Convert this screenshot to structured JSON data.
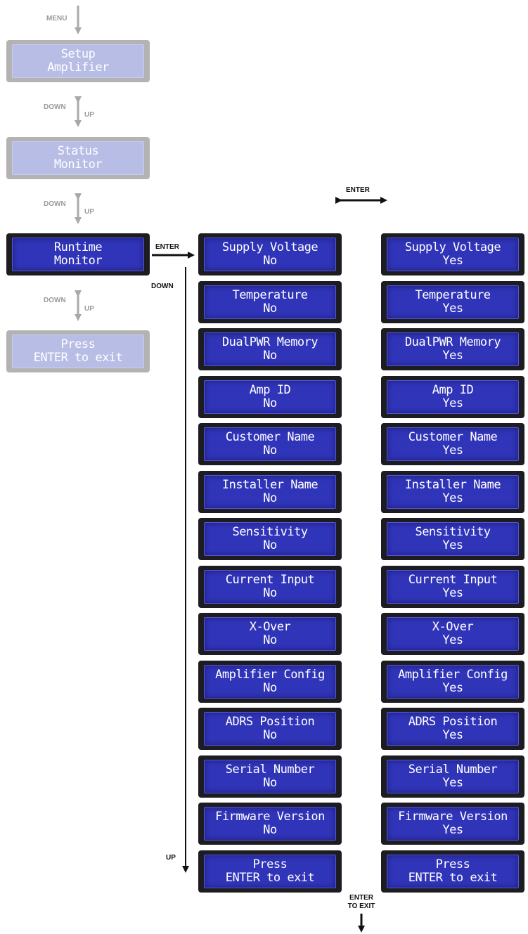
{
  "left_screens": [
    {
      "line1": "Setup",
      "line2": "Amplifier",
      "state": "grey"
    },
    {
      "line1": "Status",
      "line2": "Monitor",
      "state": "grey"
    },
    {
      "line1": "Runtime",
      "line2": "Monitor",
      "state": "active"
    },
    {
      "line1": "Press",
      "line2": "ENTER to exit",
      "state": "grey"
    }
  ],
  "labels": {
    "menu": "MENU",
    "down": "DOWN",
    "up": "UP",
    "enter": "ENTER",
    "enter_to": "ENTER",
    "to_exit": "TO EXIT"
  },
  "middle_screens": [
    {
      "line1": "Supply Voltage",
      "line2": "No"
    },
    {
      "line1": "Temperature",
      "line2": "No"
    },
    {
      "line1": "DualPWR Memory",
      "line2": "No"
    },
    {
      "line1": "Amp ID",
      "line2": "No"
    },
    {
      "line1": "Customer Name",
      "line2": "No"
    },
    {
      "line1": "Installer Name",
      "line2": "No"
    },
    {
      "line1": "Sensitivity",
      "line2": "No"
    },
    {
      "line1": "Current Input",
      "line2": "No"
    },
    {
      "line1": "X-Over",
      "line2": "No"
    },
    {
      "line1": "Amplifier Config",
      "line2": "No"
    },
    {
      "line1": "ADRS Position",
      "line2": "No"
    },
    {
      "line1": "Serial Number",
      "line2": "No"
    },
    {
      "line1": "Firmware Version",
      "line2": "No"
    },
    {
      "line1": "Press",
      "line2": "ENTER to exit"
    }
  ],
  "right_screens": [
    {
      "line1": "Supply Voltage",
      "line2": "Yes"
    },
    {
      "line1": "Temperature",
      "line2": "Yes"
    },
    {
      "line1": "DualPWR Memory",
      "line2": "Yes"
    },
    {
      "line1": "Amp ID",
      "line2": "Yes"
    },
    {
      "line1": "Customer Name",
      "line2": "Yes"
    },
    {
      "line1": "Installer Name",
      "line2": "Yes"
    },
    {
      "line1": "Sensitivity",
      "line2": "Yes"
    },
    {
      "line1": "Current Input",
      "line2": "Yes"
    },
    {
      "line1": "X-Over",
      "line2": "Yes"
    },
    {
      "line1": "Amplifier Config",
      "line2": "Yes"
    },
    {
      "line1": "ADRS Position",
      "line2": "Yes"
    },
    {
      "line1": "Serial Number",
      "line2": "Yes"
    },
    {
      "line1": "Firmware Version",
      "line2": "Yes"
    },
    {
      "line1": "Press",
      "line2": "ENTER to exit"
    }
  ],
  "colors": {
    "lcd_active": "#3034b8",
    "lcd_inactive": "#b8bde6",
    "frame_dark": "#1c1c22",
    "frame_grey": "#b3b3b3",
    "arrow_grey": "#a8a8a8",
    "arrow_black": "#111111"
  }
}
